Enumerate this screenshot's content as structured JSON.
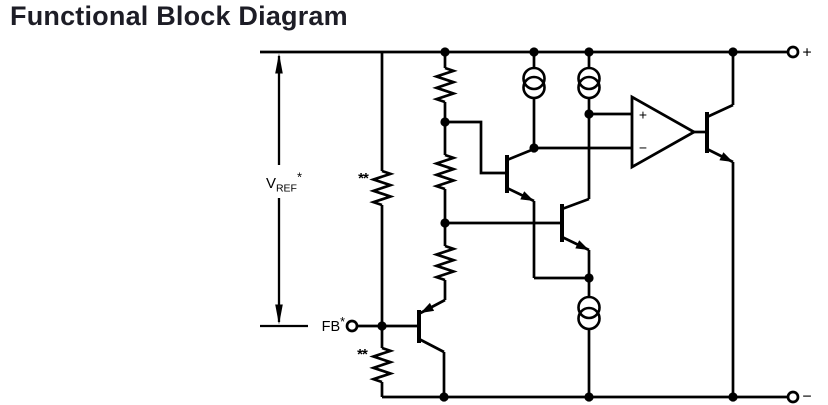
{
  "title": "Functional Block Diagram",
  "colors": {
    "background": "#ffffff",
    "circuit": "#000000",
    "title_text": "#1d1d26"
  },
  "diagram": {
    "vref_label": {
      "base": "V",
      "sub": "REF",
      "sup": "*"
    },
    "fb_label": {
      "base": "FB",
      "sup": "*"
    },
    "resistor_markers": {
      "top": "**",
      "bottom": "**"
    },
    "opamp": {
      "plus": "+",
      "minus": "−"
    },
    "terminals": {
      "plus": "+",
      "minus": "−"
    }
  }
}
